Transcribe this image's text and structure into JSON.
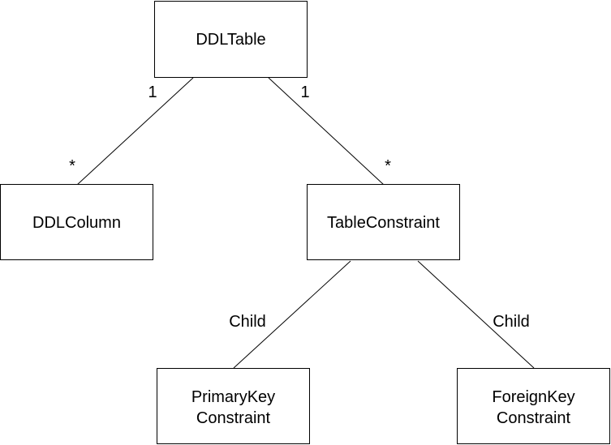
{
  "diagram": {
    "nodes": {
      "ddl_table": {
        "label": "DDLTable"
      },
      "ddl_column": {
        "label": "DDLColumn"
      },
      "table_constraint": {
        "label": "TableConstraint"
      },
      "primary_key_constraint": {
        "line1": "PrimaryKey",
        "line2": "Constraint"
      },
      "foreign_key_constraint": {
        "line1": "ForeignKey",
        "line2": "Constraint"
      }
    },
    "edges": {
      "table_to_column": {
        "source_multiplicity": "1",
        "target_multiplicity": "*"
      },
      "table_to_constraint": {
        "source_multiplicity": "1",
        "target_multiplicity": "*"
      },
      "constraint_to_primary": {
        "label": "Child"
      },
      "constraint_to_foreign": {
        "label": "Child"
      }
    }
  }
}
